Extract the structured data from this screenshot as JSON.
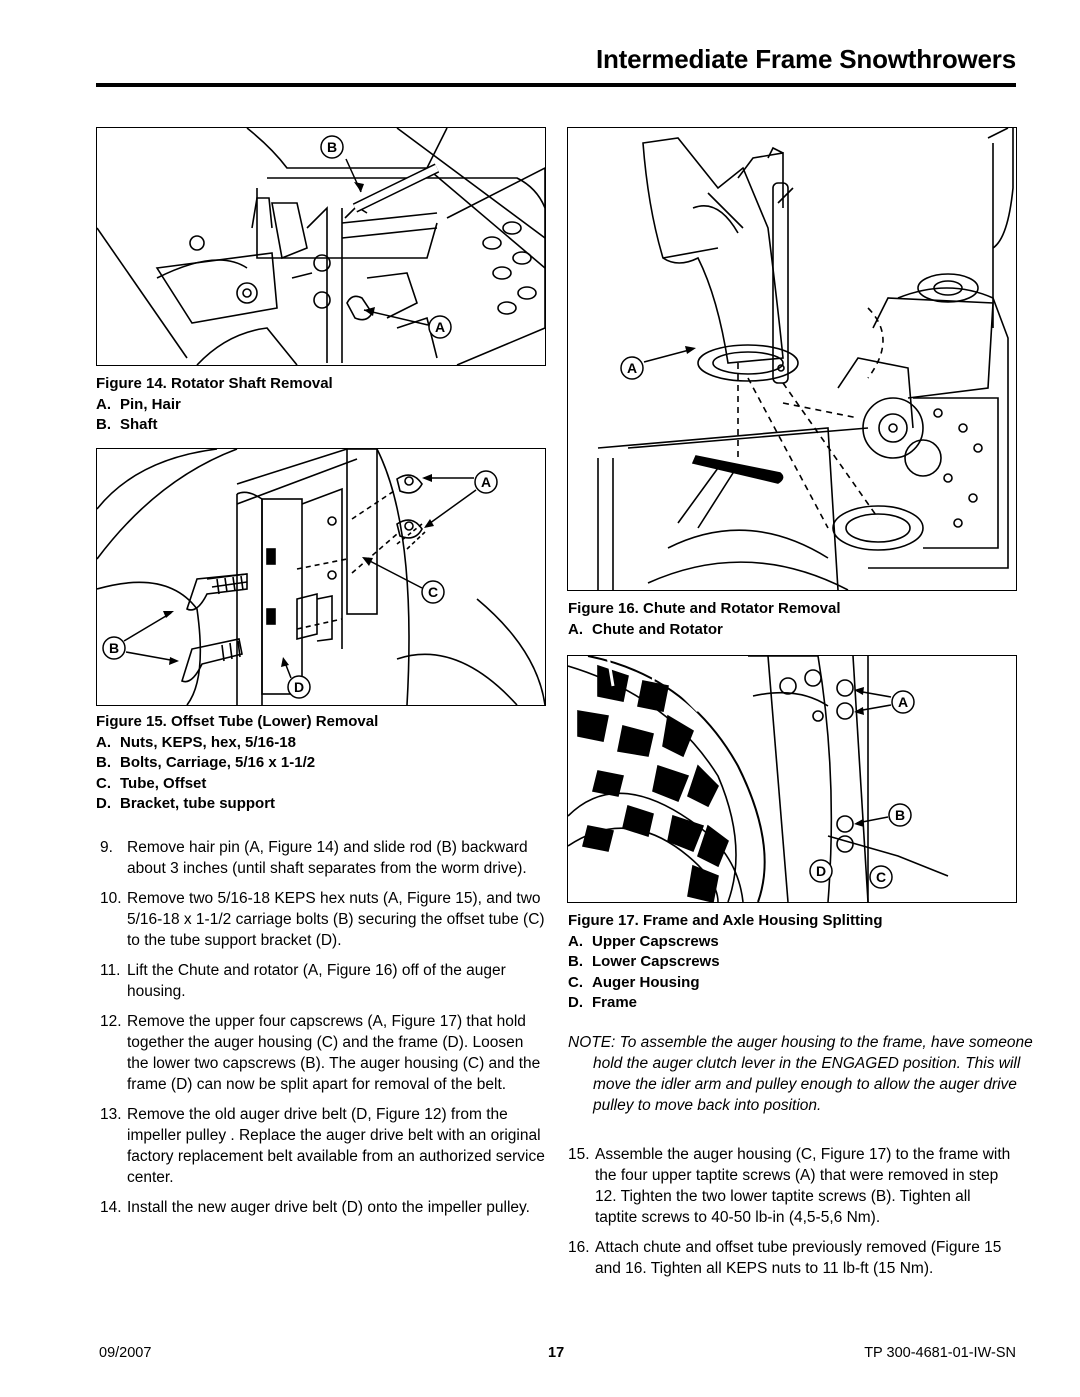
{
  "header": {
    "title": "Intermediate Frame Snowthrowers"
  },
  "figures": {
    "fig14": {
      "callouts": {
        "a": "A",
        "b": "B"
      },
      "caption": {
        "title": "Figure 14. Rotator Shaft Removal",
        "items": [
          {
            "letter": "A.",
            "text": "Pin, Hair"
          },
          {
            "letter": "B.",
            "text": "Shaft"
          }
        ]
      }
    },
    "fig15": {
      "callouts": {
        "a": "A",
        "b": "B",
        "c": "C",
        "d": "D"
      },
      "caption": {
        "title": "Figure 15. Offset Tube (Lower) Removal",
        "items": [
          {
            "letter": "A.",
            "text": "Nuts, KEPS, hex, 5/16-18"
          },
          {
            "letter": "B.",
            "text": "Bolts, Carriage, 5/16 x 1-1/2"
          },
          {
            "letter": "C.",
            "text": "Tube, Offset"
          },
          {
            "letter": "D.",
            "text": "Bracket, tube support"
          }
        ]
      }
    },
    "fig16": {
      "callouts": {
        "a": "A"
      },
      "caption": {
        "title": "Figure 16. Chute and Rotator Removal",
        "items": [
          {
            "letter": "A.",
            "text": "Chute and Rotator"
          }
        ]
      }
    },
    "fig17": {
      "callouts": {
        "a": "A",
        "b": "B",
        "c": "C",
        "d": "D"
      },
      "caption": {
        "title": "Figure 17. Frame and Axle Housing Splitting",
        "items": [
          {
            "letter": "A.",
            "text": "Upper Capscrews"
          },
          {
            "letter": "B.",
            "text": "Lower Capscrews"
          },
          {
            "letter": "C.",
            "text": "Auger Housing"
          },
          {
            "letter": "D.",
            "text": "Frame"
          }
        ]
      }
    }
  },
  "steps_left": [
    {
      "num": "9.",
      "text": "Remove hair pin (A, Figure 14) and slide rod (B) backward about 3 inches (until shaft separates from the worm drive)."
    },
    {
      "num": "10.",
      "text": "Remove two 5/16-18 KEPS hex nuts (A, Figure 15), and two 5/16-18 x 1-1/2 carriage bolts (B) securing the offset tube (C) to the tube support bracket (D)."
    },
    {
      "num": "11.",
      "text": "Lift the Chute and rotator (A, Figure 16) off of the auger housing."
    },
    {
      "num": "12.",
      "text": "Remove the upper four capscrews (A, Figure 17) that hold together the auger housing (C) and the frame (D).  Loosen the lower two capscrews (B). The auger housing (C) and the frame (D) can now be split apart for removal of the belt."
    },
    {
      "num": "13.",
      "text": "Remove the old auger drive belt (D, Figure 12) from the impeller pulley . Replace the auger drive belt with an original factory replacement belt available from an authorized service center."
    },
    {
      "num": "14.",
      "text": "Install the new auger drive belt (D) onto the impeller pulley."
    }
  ],
  "note": "NOTE: To assemble the auger housing to the frame, have someone hold the auger clutch lever in the ENGAGED position. This will move the idler arm and pulley enough to allow the auger drive pulley to move back into position.",
  "steps_right": [
    {
      "num": "15.",
      "text": "Assemble the auger housing (C, Figure 17) to the frame with the four upper taptite screws (A) that were removed in step 12. Tighten the two lower taptite screws (B).  Tighten all taptite screws to 40-50 lb-in (4,5-5,6 Nm)."
    },
    {
      "num": "16.",
      "text": "Attach chute and offset tube previously removed (Figure 15 and 16.  Tighten all KEPS nuts to 11 lb-ft (15 Nm)."
    }
  ],
  "footer": {
    "date": "09/2007",
    "page": "17",
    "doc": "TP 300-4681-01-IW-SN"
  }
}
